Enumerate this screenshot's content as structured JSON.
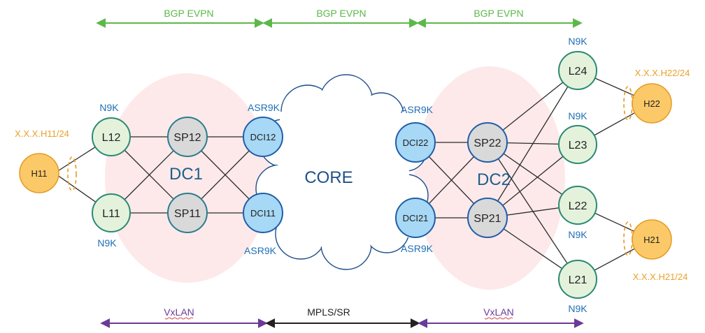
{
  "colors": {
    "evpn_arrow": "#5cb84a",
    "vxlan_arrow": "#6a3a9a",
    "mpls_arrow": "#222222",
    "vendor_text": "#1f6fb5",
    "host_fill": "#fcc969",
    "host_stroke": "#e49b22",
    "host_ip_text": "#e9a12a",
    "leaf_fill": "#e4f2dc",
    "leaf_stroke": "#2a8a72",
    "spine_fill": "#d9d9d9",
    "spine_stroke": "#2a7c8e",
    "dci_fill": "#a7d8f5",
    "dci_stroke": "#1f5ea8",
    "dc_bg": "#fde9ea",
    "cloud_stroke": "#1f4f8a",
    "dc_text": "#1f5e8a",
    "link": "#2b2b2b"
  },
  "protocols": {
    "evpn": [
      "BGP EVPN",
      "BGP EVPN",
      "BGP EVPN"
    ],
    "vxlan_left": "VxLAN",
    "mpls": "MPLS/SR",
    "vxlan_right": "VxLAN"
  },
  "dcs": {
    "dc1": "DC1",
    "dc2": "DC2",
    "core": "CORE"
  },
  "vendors": {
    "l12": "N9K",
    "l11": "N9K",
    "dci12": "ASR9K",
    "dci11": "ASR9K",
    "dci22": "ASR9K",
    "dci21": "ASR9K",
    "l24": "N9K",
    "l23": "N9K",
    "l22": "N9K",
    "l21": "N9K"
  },
  "hosts": {
    "h11": {
      "label": "H11",
      "ip": "X.X.X.H11/24"
    },
    "h22": {
      "label": "H22",
      "ip": "X.X.X.H22/24"
    },
    "h21": {
      "label": "H21",
      "ip": "X.X.X.H21/24"
    }
  },
  "nodes": {
    "l12": "L12",
    "l11": "L11",
    "sp12": "SP12",
    "sp11": "SP11",
    "dci12": "DCI12",
    "dci11": "DCI11",
    "dci22": "DCI22",
    "dci21": "DCI21",
    "sp22": "SP22",
    "sp21": "SP21",
    "l24": "L24",
    "l23": "L23",
    "l22": "L22",
    "l21": "L21"
  }
}
